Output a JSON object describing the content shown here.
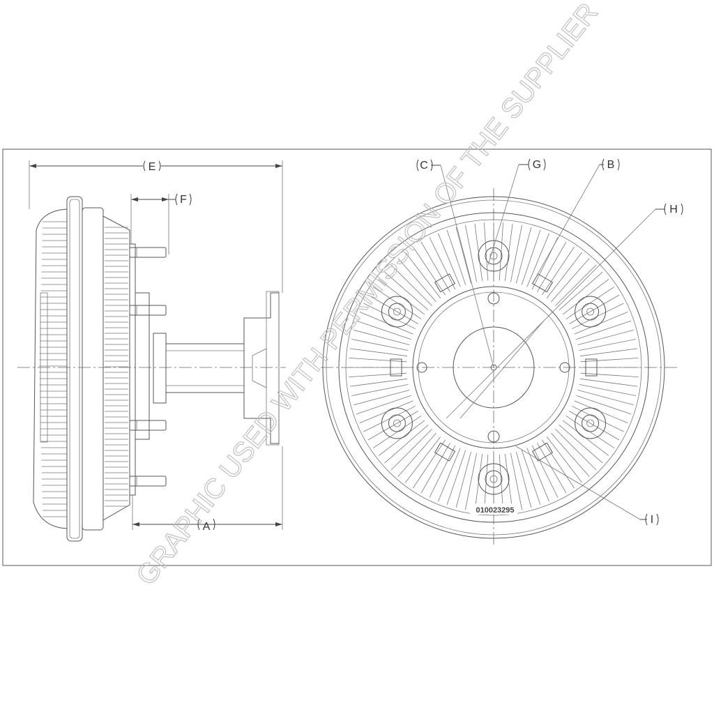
{
  "labels": {
    "A": "A",
    "B": "B",
    "C": "C",
    "E": "E",
    "F": "F",
    "G": "G",
    "H": "H",
    "I": "I"
  },
  "part_number": "010023295",
  "watermark": "GRAPHIC USED WITH PERMISSION OF THE SUPPLIER"
}
